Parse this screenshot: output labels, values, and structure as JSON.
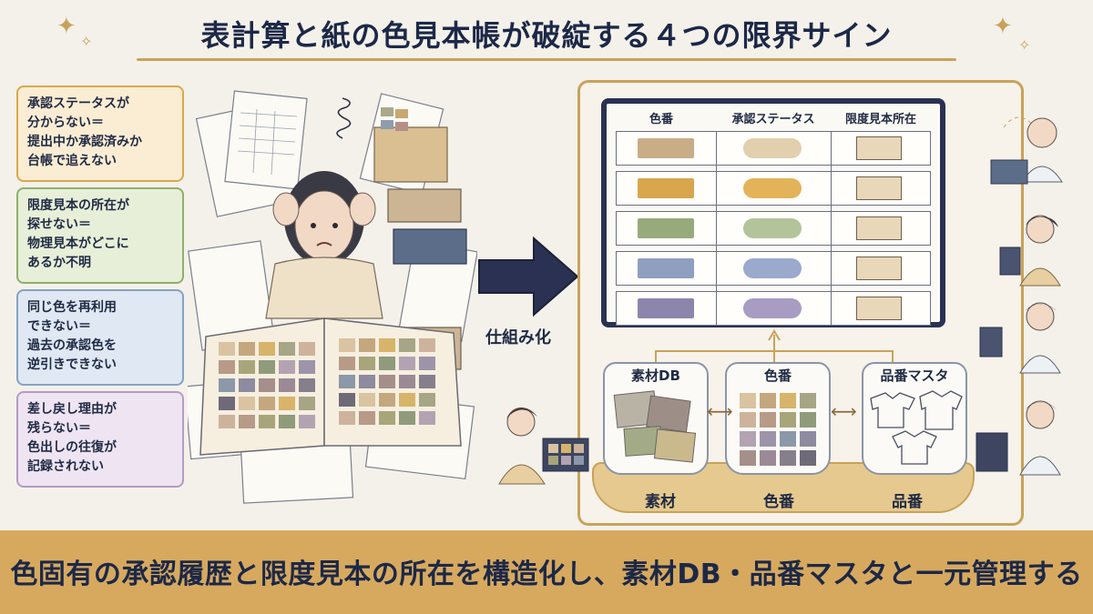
{
  "title": "表計算と紙の色見本帳が破綻する４つの限界サイン",
  "signs": [
    {
      "lines": [
        "承認ステータスが",
        "分からない＝",
        "提出中か承認済みか",
        "台帳で追えない"
      ],
      "border": "#d9a84e",
      "bg": "#fbedd3"
    },
    {
      "lines": [
        "限度見本の所在が",
        "探せない＝",
        "物理見本がどこに",
        "あるか不明"
      ],
      "border": "#8fae6c",
      "bg": "#e7efd8"
    },
    {
      "lines": [
        "同じ色を再利用",
        "できない＝",
        "過去の承認色を",
        "逆引きできない"
      ],
      "border": "#86a2c4",
      "bg": "#dfe8f3"
    },
    {
      "lines": [
        "差し戻し理由が",
        "残らない＝",
        "色出しの往復が",
        "記録されない"
      ],
      "border": "#b49bc4",
      "bg": "#eee4f2"
    }
  ],
  "arrow_label": "仕組み化",
  "table": {
    "headers": [
      "色番",
      "承認ステータス",
      "限度見本所在"
    ],
    "rows": [
      {
        "swatch": "#c8ad86",
        "pill": "#e2cfad"
      },
      {
        "swatch": "#d8a64c",
        "pill": "#e3b35a"
      },
      {
        "swatch": "#97aa7c",
        "pill": "#b3c49a"
      },
      {
        "swatch": "#8f9fc0",
        "pill": "#9aa9cc"
      },
      {
        "swatch": "#8d86ac",
        "pill": "#a89cc2"
      }
    ]
  },
  "databases": [
    "素材DB",
    "色番",
    "品番マスタ"
  ],
  "platform_labels": [
    "素材",
    "色番",
    "品番"
  ],
  "palette": [
    "#d9c3a1",
    "#c4a77e",
    "#d7b46a",
    "#a6a585",
    "#cdb39b",
    "#b89a88",
    "#a8a57a",
    "#8f9b7b",
    "#b3a3b2",
    "#9e94aa",
    "#8b98a9",
    "#8e8a9f",
    "#a58f8a",
    "#9b8a95",
    "#857f8c",
    "#6f6a78"
  ],
  "banner": "色固有の承認履歴と限度見本の所在を構造化し、素材DB・品番マスタと一元管理する",
  "colors": {
    "navy": "#1f2a44",
    "gold": "#c9a25a",
    "background": "#f4f1ea"
  }
}
